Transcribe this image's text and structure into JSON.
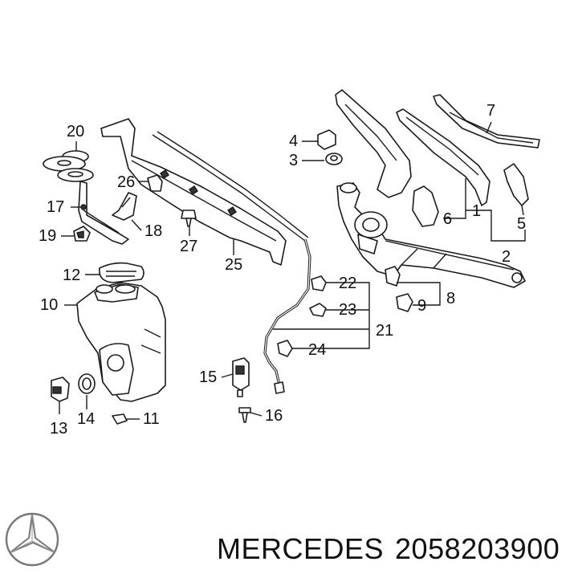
{
  "diagram": {
    "labels": [
      "1",
      "2",
      "3",
      "4",
      "5",
      "6",
      "7",
      "8",
      "9",
      "10",
      "11",
      "12",
      "13",
      "14",
      "15",
      "16",
      "17",
      "18",
      "19",
      "20",
      "21",
      "22",
      "23",
      "24",
      "25",
      "26",
      "27"
    ]
  },
  "caption": {
    "brand": "MERCEDES",
    "part_number": "2058203900"
  },
  "logo": {
    "icon": "mercedes-star-icon"
  }
}
